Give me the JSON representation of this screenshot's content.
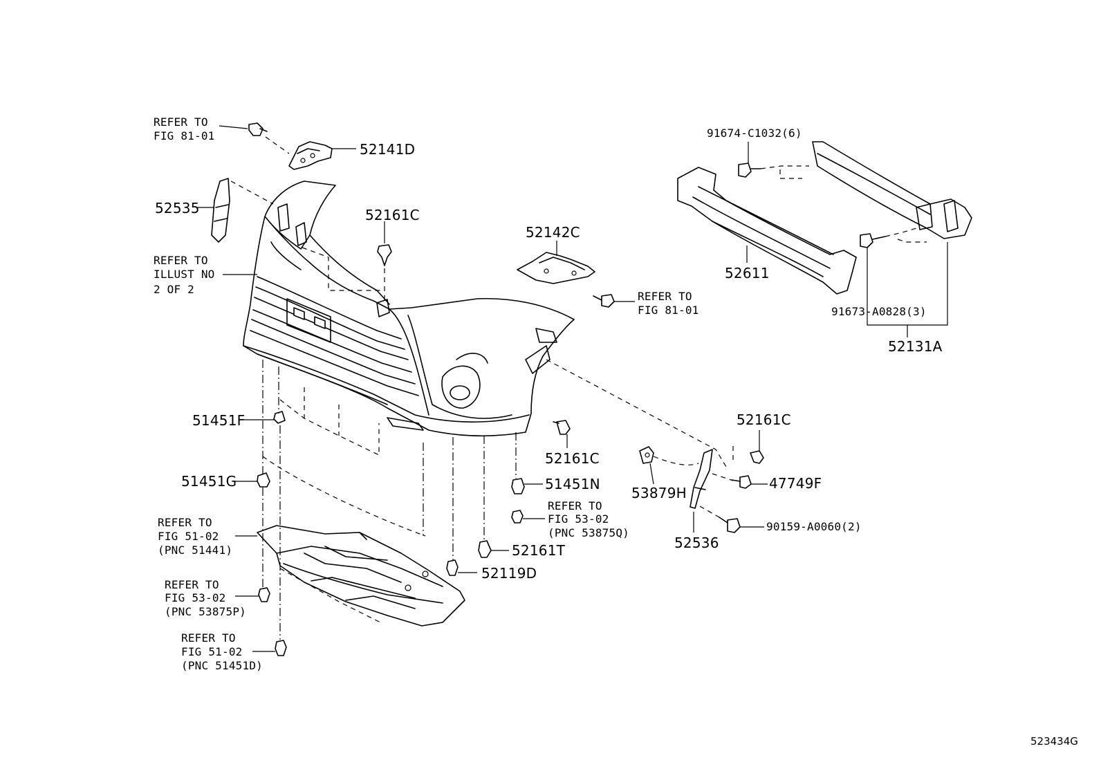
{
  "figure_id": "523434G",
  "labels": {
    "p52141D": "52141D",
    "p52535": "52535",
    "p52161C_top": "52161C",
    "p52142C": "52142C",
    "p91674": "91674-C1032(6)",
    "p52611": "52611",
    "p91673": "91673-A0828(3)",
    "p52131A": "52131A",
    "p51451F": "51451F",
    "p52161C_right": "52161C",
    "p52161C_mid": "52161C",
    "p51451G": "51451G",
    "p51451N": "51451N",
    "p53879H": "53879H",
    "p47749F": "47749F",
    "p90159": "90159-A0060(2)",
    "p52536": "52536",
    "p52161T": "52161T",
    "p52119D": "52119D"
  },
  "refs": {
    "fig8101_top": [
      "REFER TO",
      "FIG 81-01"
    ],
    "illust": [
      "REFER TO",
      "ILLUST NO",
      "2 OF 2"
    ],
    "fig8101_mid": [
      "REFER TO",
      "FIG 81-01"
    ],
    "fig5302_q": [
      "REFER TO",
      "FIG 53-02",
      "(PNC 53875Q)"
    ],
    "fig5102_a": [
      "REFER TO",
      "FIG 51-02",
      "(PNC 51441)"
    ],
    "fig5302_p": [
      "REFER TO",
      "FIG 53-02",
      "(PNC 53875P)"
    ],
    "fig5102_d": [
      "REFER TO",
      "FIG 51-02",
      "(PNC 51451D)"
    ]
  }
}
